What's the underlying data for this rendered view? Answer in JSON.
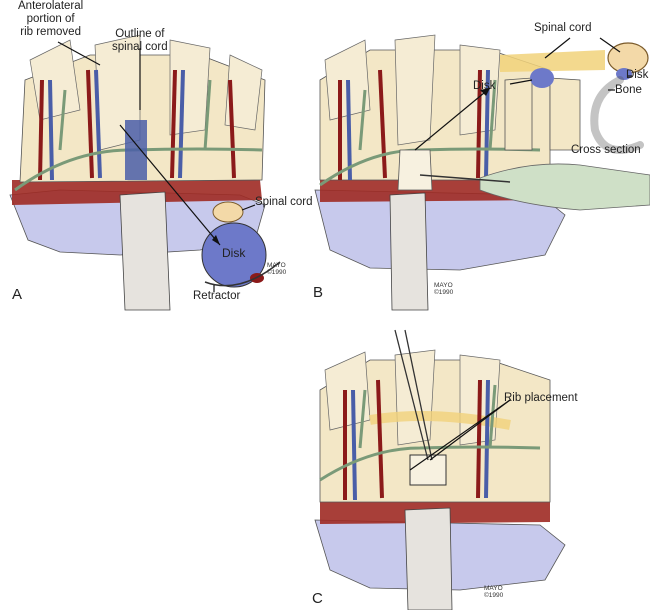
{
  "figure": {
    "panels": [
      {
        "id": "A",
        "letter": "A",
        "labels": {
          "rib_removed": "Anterolateral\nportion of\nrib removed",
          "outline_cord": "Outline of\nspinal cord",
          "spinal_cord": "Spinal cord",
          "disk": "Disk",
          "retractor": "Retractor"
        },
        "credit": {
          "line1": "MAYO",
          "line2": "©1990"
        }
      },
      {
        "id": "B",
        "letter": "B",
        "labels": {
          "spinal_cord": "Spinal cord",
          "disk_left": "Disk",
          "disk_right": "Disk",
          "bone": "Bone",
          "cross_section": "Cross section"
        },
        "credit": {
          "line1": "MAYO",
          "line2": "©1990"
        }
      },
      {
        "id": "C",
        "letter": "C",
        "labels": {
          "rib_placement": "Rib placement"
        },
        "credit": {
          "line1": "MAYO",
          "line2": "©1990"
        }
      }
    ],
    "colors": {
      "skin": "#f3e7c6",
      "vessel_red": "#8b1a1a",
      "vessel_blue": "#4a5ea8",
      "nerve_green": "#7a9a78",
      "tissue_lavender": "#c7c9ec",
      "disk_blue": "#6d79c9",
      "cord_yellow": "#f1d27a",
      "retractor_gray": "#e6e3de",
      "muscle_red": "#9e2a24"
    }
  }
}
